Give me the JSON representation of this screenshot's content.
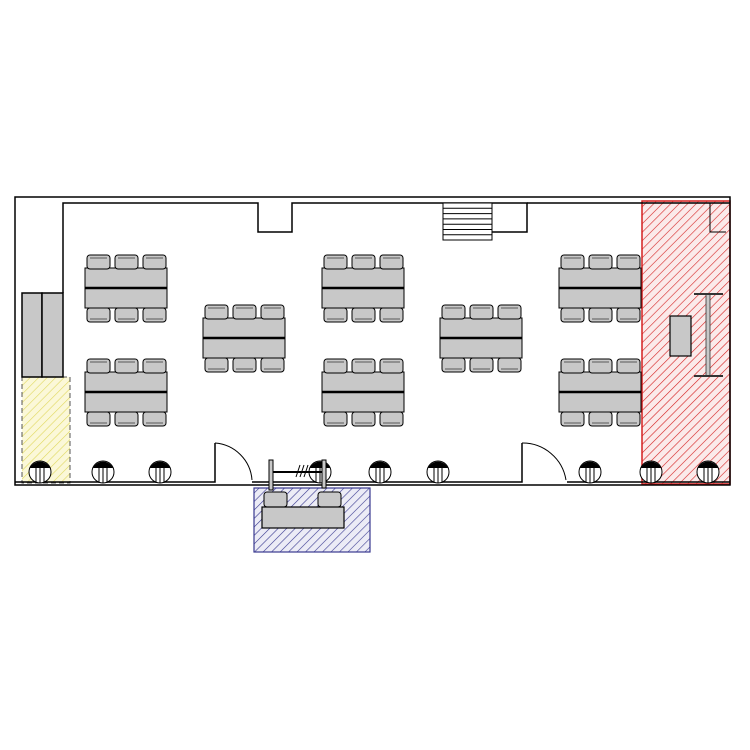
{
  "plan": {
    "type": "classroom-floor-plan",
    "table_groups": 8,
    "chairs_per_side": 3,
    "wall_fixtures": 9,
    "doors": 2
  },
  "colors": {
    "wall": "#000000",
    "furniture": "#c8c8c8",
    "stage_zone": "#d42020",
    "storage_zone": "#e8e060",
    "reception_zone": "#3a3a90"
  }
}
